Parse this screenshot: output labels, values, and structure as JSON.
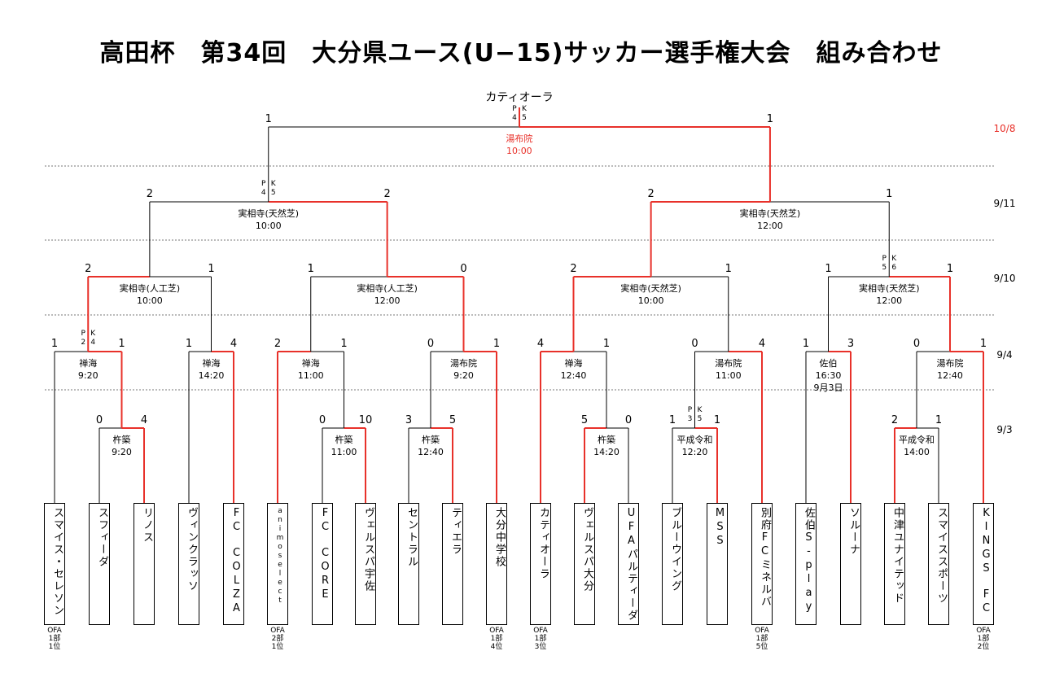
{
  "title": "高田杯　第34回　大分県ユース(U−15)サッカー選手権大会　組み合わせ",
  "colors": {
    "winner": "#e8312a",
    "line": "#000000",
    "date": "#e8312a"
  },
  "dates": [
    "10/8",
    "9/11",
    "9/10",
    "9/4",
    "9/3"
  ],
  "champion": "カティオーラ",
  "teams": [
    {
      "name": "スマイス・セレソン",
      "note": "OFA\n1部\n1位"
    },
    {
      "name": "スフィーダ",
      "note": ""
    },
    {
      "name": "リノス",
      "note": ""
    },
    {
      "name": "ヴィンクラッソ",
      "note": ""
    },
    {
      "name": "FC　COLZA",
      "note": ""
    },
    {
      "name": "animoselect",
      "note": "OFA\n2部\n1位"
    },
    {
      "name": "FC　CORE",
      "note": ""
    },
    {
      "name": "ヴェルスパ宇佐",
      "note": ""
    },
    {
      "name": "セントラル",
      "note": ""
    },
    {
      "name": "ティエラ",
      "note": ""
    },
    {
      "name": "大分中学校",
      "note": "OFA\n1部\n4位"
    },
    {
      "name": "カティオーラ",
      "note": "OFA\n1部\n3位"
    },
    {
      "name": "ヴェルスパ大分",
      "note": ""
    },
    {
      "name": "UFAパルティーダ",
      "note": ""
    },
    {
      "name": "ブルーウイング",
      "note": ""
    },
    {
      "name": "MSS",
      "note": ""
    },
    {
      "name": "別府FCミネルバ",
      "note": "OFA\n1部\n5位"
    },
    {
      "name": "佐伯S-play",
      "note": ""
    },
    {
      "name": "ソルーナ",
      "note": ""
    },
    {
      "name": "中津ユナイテッド",
      "note": ""
    },
    {
      "name": "スマイススポーツ",
      "note": ""
    },
    {
      "name": "KINGS　FC",
      "note": "OFA\n1部\n2位"
    }
  ],
  "matches": [
    {
      "venue": "杵築",
      "time": "9:20",
      "score_l": "0",
      "score_r": "4",
      "pk": ""
    },
    {
      "venue": "杵築",
      "time": "11:00",
      "score_l": "0",
      "score_r": "10",
      "pk": ""
    },
    {
      "venue": "杵築",
      "time": "12:40",
      "score_l": "3",
      "score_r": "5",
      "pk": ""
    },
    {
      "venue": "杵築",
      "time": "14:20",
      "score_l": "5",
      "score_r": "0",
      "pk": ""
    },
    {
      "venue": "平成令和",
      "time": "12:20",
      "score_l": "1",
      "score_r": "1",
      "pk": "3-5"
    },
    {
      "venue": "平成令和",
      "time": "14:00",
      "score_l": "2",
      "score_r": "1",
      "pk": ""
    },
    {
      "venue": "禅海",
      "time": "9:20",
      "score_l": "1",
      "score_r": "1",
      "pk": "2-4"
    },
    {
      "venue": "禅海",
      "time": "14:20",
      "score_l": "1",
      "score_r": "4",
      "pk": ""
    },
    {
      "venue": "禅海",
      "time": "11:00",
      "score_l": "2",
      "score_r": "1",
      "pk": ""
    },
    {
      "venue": "湯布院",
      "time": "9:20",
      "score_l": "0",
      "score_r": "1",
      "pk": ""
    },
    {
      "venue": "禅海",
      "time": "12:40",
      "score_l": "4",
      "score_r": "1",
      "pk": ""
    },
    {
      "venue": "湯布院",
      "time": "11:00",
      "score_l": "0",
      "score_r": "4",
      "pk": ""
    },
    {
      "venue": "佐伯",
      "time": "16:30",
      "time2": "9月3日",
      "score_l": "1",
      "score_r": "3",
      "pk": ""
    },
    {
      "venue": "湯布院",
      "time": "12:40",
      "score_l": "0",
      "score_r": "1",
      "pk": ""
    },
    {
      "venue": "実相寺(人工芝)",
      "time": "10:00",
      "score_l": "2",
      "score_r": "1",
      "pk": ""
    },
    {
      "venue": "実相寺(人工芝)",
      "time": "12:00",
      "score_l": "1",
      "score_r": "0",
      "pk": ""
    },
    {
      "venue": "実相寺(天然芝)",
      "time": "10:00",
      "score_l": "2",
      "score_r": "1",
      "pk": ""
    },
    {
      "venue": "実相寺(天然芝)",
      "time": "12:00",
      "score_l": "1",
      "score_r": "1",
      "pk": "5-6"
    },
    {
      "venue": "実相寺(天然芝)",
      "time": "10:00",
      "score_l": "2",
      "score_r": "2",
      "pk": "4-5"
    },
    {
      "venue": "実相寺(天然芝)",
      "time": "12:00",
      "score_l": "2",
      "score_r": "1",
      "pk": ""
    },
    {
      "venue": "湯布院",
      "time": "10:00",
      "score_l": "1",
      "score_r": "1",
      "pk": "4-5"
    }
  ]
}
